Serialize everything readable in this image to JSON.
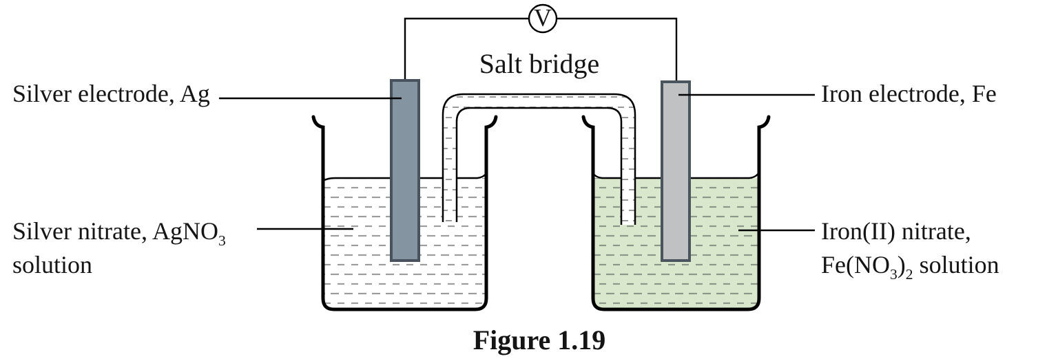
{
  "caption": {
    "text": "Figure 1.19"
  },
  "voltmeter": {
    "symbol": "V"
  },
  "salt_bridge": {
    "label": "Salt bridge",
    "dash_color": "#9a9a9a"
  },
  "left_half_cell": {
    "electrode_label": "Silver electrode, Ag",
    "solution_label": {
      "line1_main": "Silver nitrate, AgNO",
      "line1_sub": "3",
      "line2": "solution"
    },
    "electrode_fill": "#8495a1",
    "electrode_border": "#47525c",
    "solution_dash_color": "#9c9c9c"
  },
  "right_half_cell": {
    "electrode_label": "Iron electrode, Fe",
    "solution_label": {
      "line1": "Iron(II) nitrate,",
      "line2_p1": "Fe(NO",
      "line2_sub1": "3",
      "line2_p2": ")",
      "line2_sub2": "2",
      "line2_p3": " solution"
    },
    "electrode_fill": "#bfc1c3",
    "electrode_border": "#4a555d",
    "solution_fill": "#d9e8cc",
    "solution_dash_color": "#8d9789"
  }
}
